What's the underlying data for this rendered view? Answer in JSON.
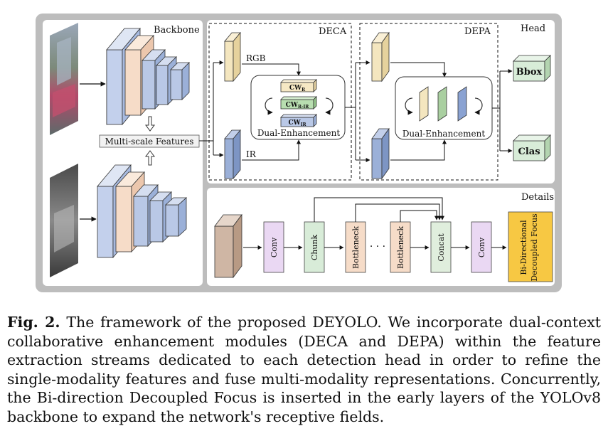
{
  "figure": {
    "backbone_label": "Backbone",
    "multiscale_label": "Multi-scale Features",
    "deca_label": "DECA",
    "depa_label": "DEPA",
    "head_label": "Head",
    "details_label": "Details",
    "rgb_label": "RGB",
    "ir_label": "IR",
    "cw_r_label": "CW",
    "cw_r_sub": "R",
    "cw_rir_label": "CW",
    "cw_rir_sub": "R-IR",
    "cw_ir_label": "CW",
    "cw_ir_sub": "IR",
    "dual_enh_label_1": "Dual-Enhancement",
    "dual_enh_label_2": "Dual-Enhancement",
    "bbox_label": "Bbox",
    "clas_label": "Clas",
    "detail_blocks": [
      "Conv",
      "Chunk",
      "Bottleneck",
      "Bottleneck",
      "Concat",
      "Conv"
    ],
    "ellipsis": "· · ·",
    "bidir_label_1": "Bi-Directional",
    "bidir_label_2": "Decoupled Focus",
    "colors": {
      "backbone_blue": "#b9c8e6",
      "backbone_peach": "#f6dcc8",
      "rgb_feature": "#f4e6bf",
      "ir_feature": "#9bb0d8",
      "conv_block": "#ead8f3",
      "chunk_block": "#d8ecd8",
      "bidir_block": "#f7c843",
      "detail_feature": "#cfb6a4",
      "panel_gray": "#bdbdbd"
    }
  },
  "caption": {
    "label": "Fig. 2.",
    "text": "The framework of the proposed DEYOLO. We incorporate dual-context collaborative enhancement modules (DECA and DEPA) within the feature extraction streams dedicated to each detection head in order to refine the single-modality features and fuse multi-modality representations. Concurrently, the Bi-direction Decoupled Focus is inserted in the early layers of the YOLOv8 backbone to expand the network's receptive fields."
  }
}
